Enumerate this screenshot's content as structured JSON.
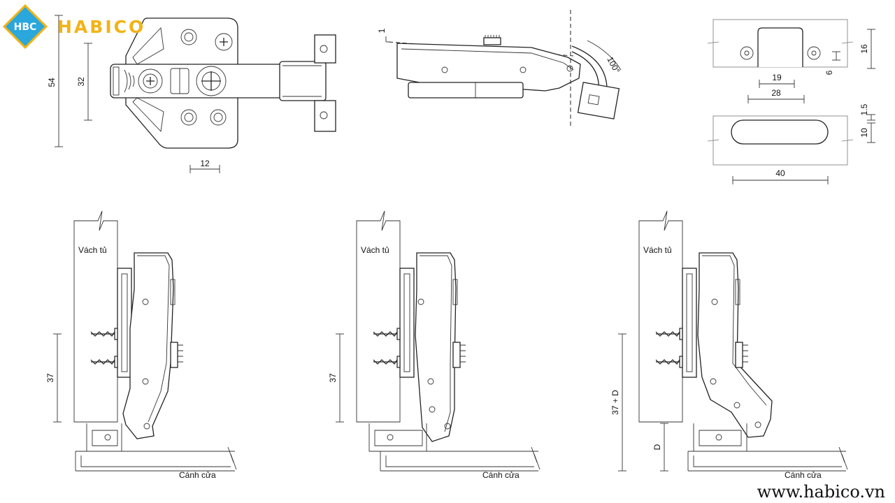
{
  "brand": {
    "logo_mark": "HBC",
    "name": "HABICO",
    "website": "www.habico.vn",
    "colors": {
      "primary": "#2aa7dc",
      "accent": "#f2b316"
    }
  },
  "top_views": {
    "plan": {
      "dims": {
        "height_total": "54",
        "hole_spacing": "32",
        "offset": "12"
      }
    },
    "side": {
      "dims": {
        "gap": "1",
        "angle": "100°"
      }
    },
    "mounting_plate": {
      "dims": {
        "height": "16",
        "offset": "6",
        "hole_spacing": "19",
        "width": "28"
      }
    },
    "cup": {
      "dims": {
        "offset": "1.5",
        "height": "10",
        "length": "40"
      }
    }
  },
  "installations": [
    {
      "wall_label": "Vách tủ",
      "door_label": "Cánh cửa",
      "dim_label": "37",
      "extra_dim_label": ""
    },
    {
      "wall_label": "Vách tủ",
      "door_label": "Cánh cửa",
      "dim_label": "37",
      "extra_dim_label": ""
    },
    {
      "wall_label": "Vách tủ",
      "door_label": "Cánh cửa",
      "dim_label": "37 + D",
      "extra_dim_label": "D"
    }
  ]
}
